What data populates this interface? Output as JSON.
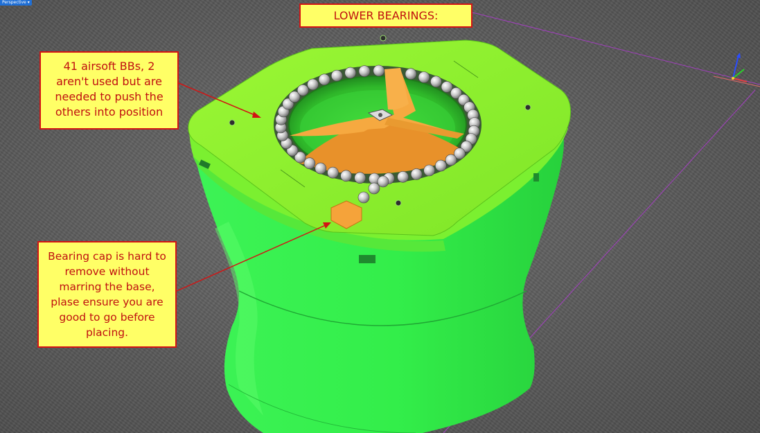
{
  "viewport": {
    "label": "Perspective",
    "menu_icon": "chevron-down-icon"
  },
  "title": "LOWER BEARINGS:",
  "callouts": [
    {
      "lines": [
        "41 airsoft BBs, 2",
        "aren't used but are",
        "needed to push the",
        "others into position"
      ]
    },
    {
      "lines": [
        "Bearing cap is hard to",
        "remove without",
        "marring the base,",
        "plase ensure you are",
        "good to go before",
        "placing."
      ]
    }
  ],
  "colors": {
    "callout_fill": "#ffff66",
    "callout_border": "#d31414",
    "callout_text": "#c01010",
    "model_green": "#33f04a",
    "lid_green": "#8cf52c",
    "spinner_orange": "#f5a33a",
    "viewport_tab": "#1f6fd6"
  }
}
